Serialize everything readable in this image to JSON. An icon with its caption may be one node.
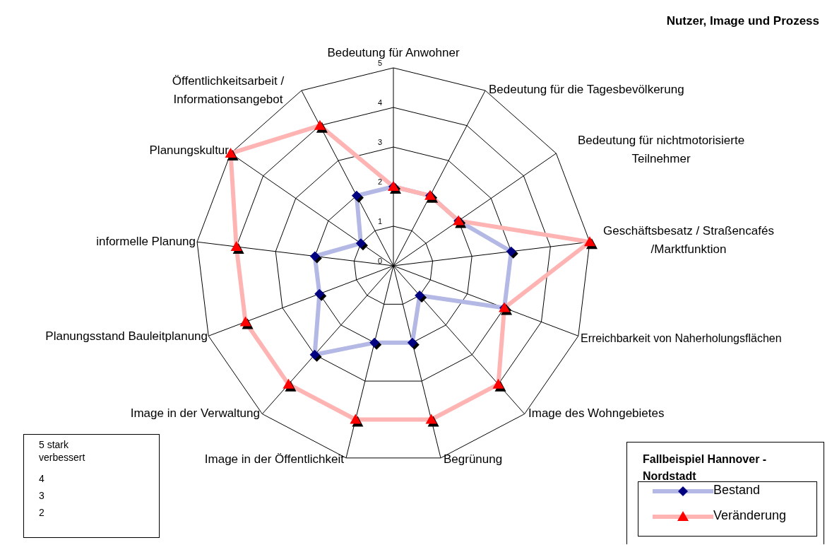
{
  "diagram": {
    "title": "Nutzer, Image und Prozess",
    "labels": [
      "Bedeutung für Anwohner",
      "Bedeutung für die Tagesbevölkerung",
      "Bedeutung für nichtmotorisierte Teilnehmer",
      "Geschäftsbesatz / Straßencafés /Marktfunktion",
      "Erreichbarkeit von Naherholungsflächen",
      "Image des Wohngebietes",
      "Begrünung",
      "Image in der Öffentlichkeit",
      "Image in der Verwaltung",
      "Planungsstand Bauleitplanung",
      "informelle Planung",
      "Planungskultur",
      "Öffentlichkeitsarbeit / Informationsangebot",
      "0",
      "1",
      "2",
      "3",
      "4",
      "5",
      "5 stark verbessert",
      "4",
      "3",
      "2",
      "Fallbeispiel Hannover - Nordstadt"
    ],
    "legend": [
      {
        "text": "Bestand"
      },
      {
        "text": "Veränderung"
      }
    ]
  }
}
